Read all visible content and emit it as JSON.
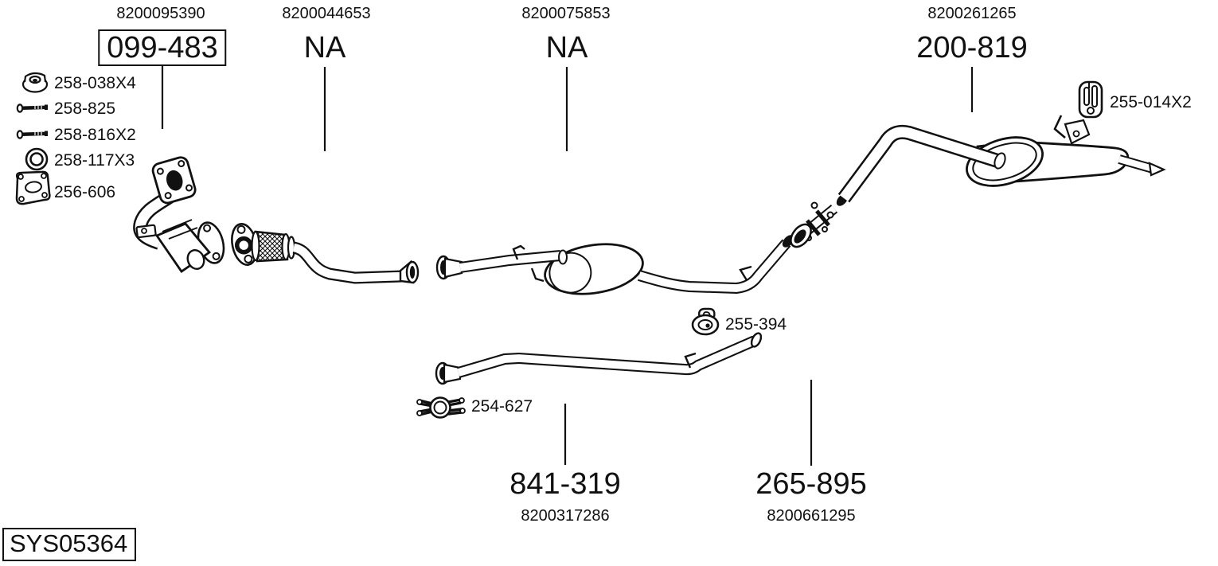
{
  "diagram": {
    "system_code": "SYS05364",
    "top_sections": [
      {
        "ref": "8200095390",
        "part": "099-483"
      },
      {
        "ref": "8200044653",
        "part": "NA"
      },
      {
        "ref": "8200075853",
        "part": "NA"
      },
      {
        "ref": "8200261265",
        "part": "200-819"
      }
    ],
    "bottom_sections": [
      {
        "part": "841-319",
        "ref": "8200317286"
      },
      {
        "part": "265-895",
        "ref": "8200661295"
      }
    ],
    "hardware_items": [
      {
        "icon": "flange-nut-icon",
        "code": "258-038X4"
      },
      {
        "icon": "bolt-icon",
        "code": "258-825"
      },
      {
        "icon": "bolt-icon",
        "code": "258-816X2"
      },
      {
        "icon": "ring-gasket-icon",
        "code": "258-117X3"
      },
      {
        "icon": "flange-gasket-icon",
        "code": "256-606"
      }
    ],
    "callouts": [
      {
        "icon": "rubber-hanger-icon",
        "code": "255-014X2"
      },
      {
        "icon": "rubber-mount-icon",
        "code": "255-394"
      },
      {
        "icon": "pipe-clamp-icon",
        "code": "254-627"
      }
    ],
    "colors": {
      "ink": "#111111",
      "background": "#ffffff"
    }
  }
}
